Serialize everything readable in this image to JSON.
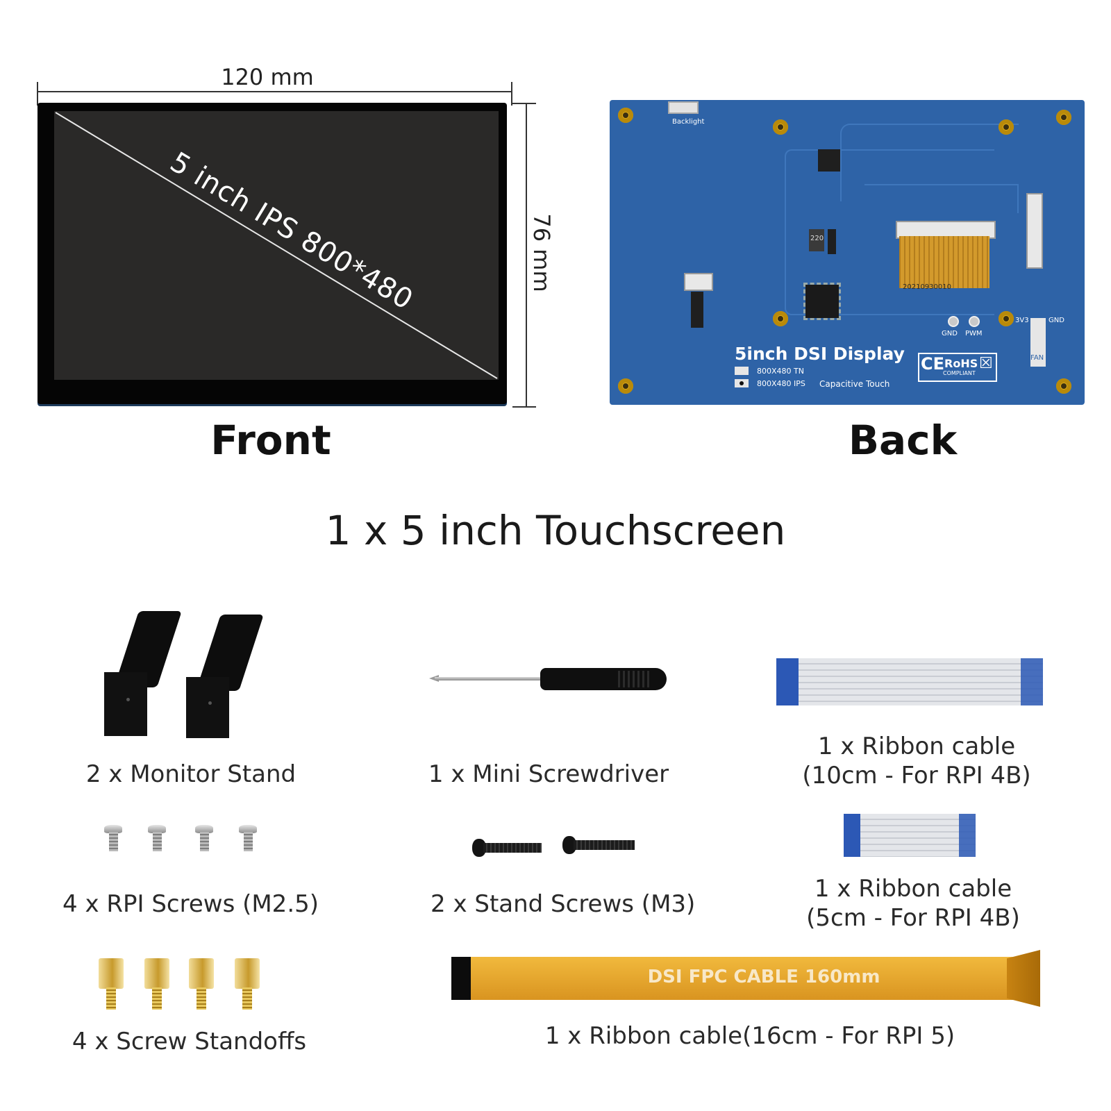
{
  "front": {
    "width_label": "120 mm",
    "height_label": "76 mm",
    "screen_text": "5 inch IPS 800*480",
    "label": "Front"
  },
  "back": {
    "label": "Back",
    "board_title": "5inch DSI Display",
    "backlight": "Backlight",
    "option_tn": "800X480 TN",
    "option_ips": "800X480 IPS",
    "touch": "Capacitive Touch",
    "gnd": "GND",
    "pwm": "PWM",
    "v33": "3V3",
    "gnd2": "GND",
    "cert_ce": "CE",
    "cert_rohs": "RoHS",
    "cert_rohs_sub": "COMPLIANT",
    "inductor": "220",
    "fan": "FAN",
    "date_code": "20210930010"
  },
  "kit_title": "1 x 5 inch Touchscreen",
  "accessories": {
    "monitor_stand": "2 x Monitor Stand",
    "screwdriver": "1 x Mini Screwdriver",
    "ribbon_10cm_line1": "1 x Ribbon cable",
    "ribbon_10cm_line2": "(10cm - For RPI 4B)",
    "rpi_screws": "4 x RPI Screws (M2.5)",
    "stand_screws": "2 x Stand Screws (M3)",
    "ribbon_5cm_line1": "1 x Ribbon cable",
    "ribbon_5cm_line2": "(5cm - For RPI 4B)",
    "standoffs": "4 x Screw Standoffs",
    "fpc_print": "DSI FPC CABLE 160mm",
    "ribbon_16cm": "1 x Ribbon cable(16cm - For RPI 5)"
  },
  "colors": {
    "board_blue": "#2e63a7",
    "gold": "#e0ad1a",
    "fpc_orange": "#e6a431",
    "ribbon_blue": "#2c58b5"
  }
}
